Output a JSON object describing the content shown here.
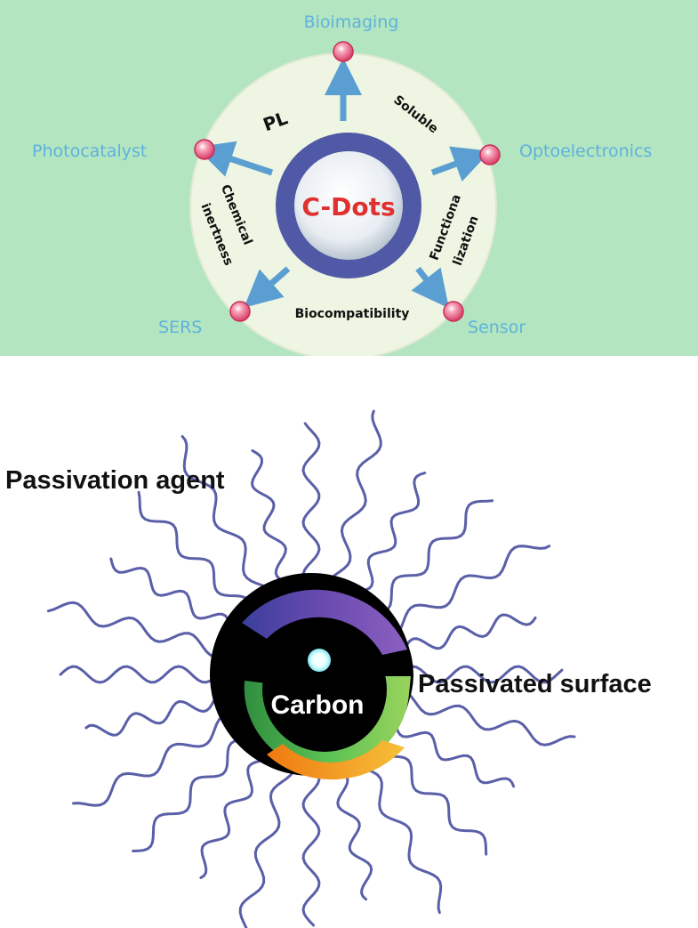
{
  "top_diagram": {
    "center_label": "C-Dots",
    "applications": {
      "bioimaging": "Bioimaging",
      "photocatalyst": "Photocatalyst",
      "optoelectronics": "Optoelectronics",
      "sers": "SERS",
      "sensor": "Sensor"
    },
    "properties": {
      "pl": "PL",
      "soluble": "Soluble",
      "chemical_line1": "Chemical",
      "chemical_line2": "inertness",
      "functional_line1": "Functiona",
      "functional_line2": "lization",
      "biocompatibility": "Biocompatibility"
    },
    "colors": {
      "background": "#b3e5c1",
      "ring": "#4f59a6",
      "arrow": "#5b9fd2",
      "node": "#e8547a",
      "app_text": "#5fb2dd",
      "center_text": "#e0312f"
    }
  },
  "bottom_diagram": {
    "passivation_agent_label": "Passivation agent",
    "passivated_surface_label": "Passivated surface",
    "carbon_label": "Carbon",
    "colors": {
      "chains": "#5a5fa8",
      "core": "#000000",
      "surface_top": "#6a4bb0",
      "surface_middle": "#4bb24a",
      "surface_bottom": "#f0a020"
    }
  }
}
